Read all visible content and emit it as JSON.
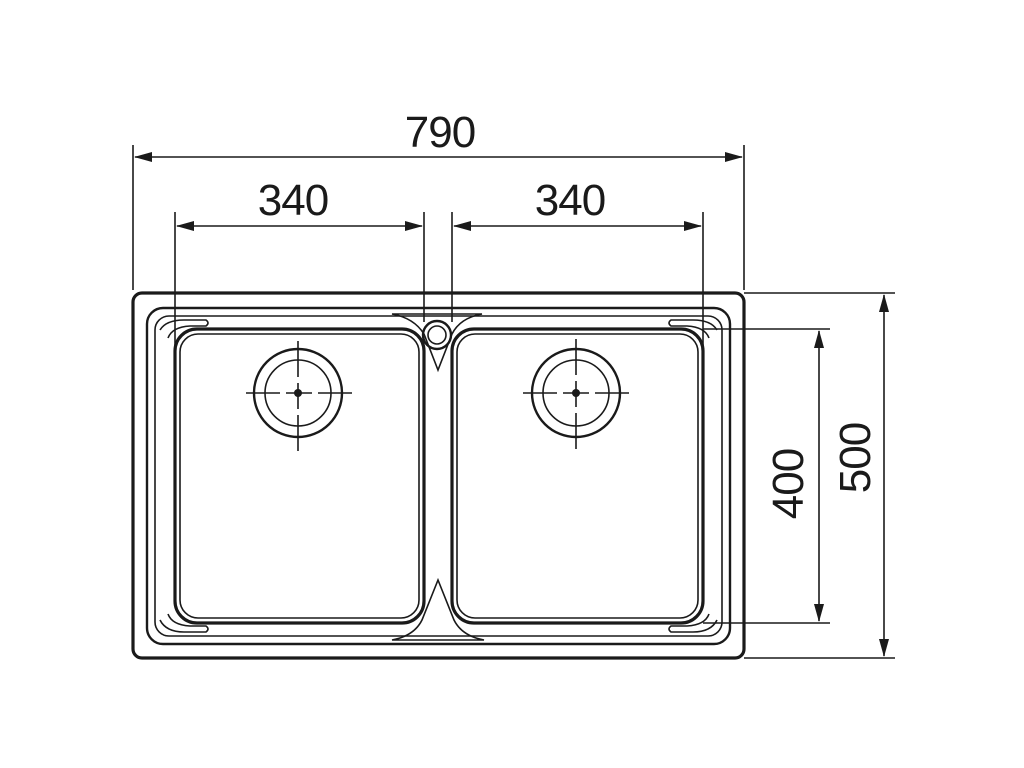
{
  "dimensions": {
    "overall_width": "790",
    "left_bowl_width": "340",
    "right_bowl_width": "340",
    "bowl_depth": "400",
    "overall_depth": "500"
  },
  "colors": {
    "line": "#1a1a1a",
    "background": "#ffffff"
  }
}
